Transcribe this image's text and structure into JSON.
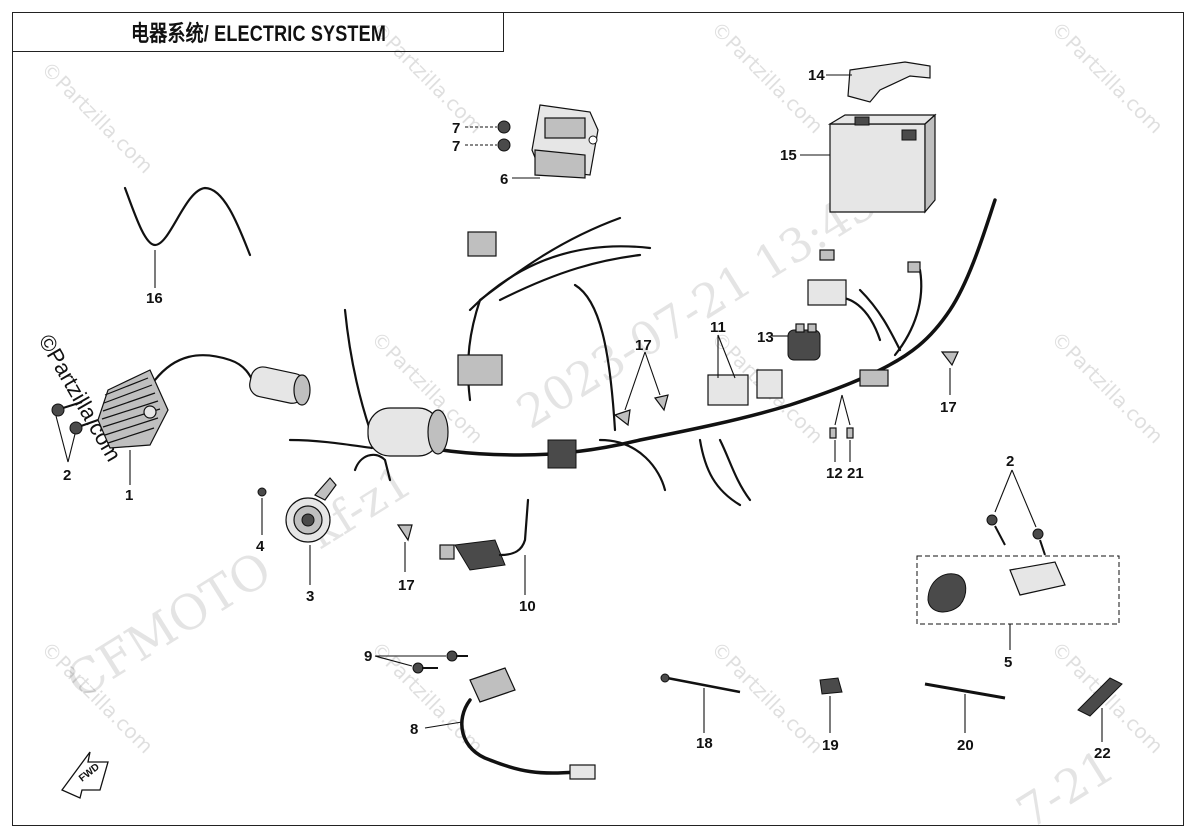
{
  "title": "电器系统/ ELECTRIC SYSTEM",
  "watermarks": {
    "site": "©Partzilla.com",
    "brand": "CFMOTO",
    "date_time": "2023-07-21 13:43:57",
    "code": "kf-z1",
    "corner": "7-21"
  },
  "callouts": {
    "p1": "1",
    "p2a": "2",
    "p2b": "2",
    "p3": "3",
    "p4": "4",
    "p5": "5",
    "p6": "6",
    "p7a": "7",
    "p7b": "7",
    "p8": "8",
    "p9": "9",
    "p10": "10",
    "p11": "11",
    "p12": "12",
    "p13": "13",
    "p14": "14",
    "p15": "15",
    "p16": "16",
    "p17a": "17",
    "p17b": "17",
    "p17c": "17",
    "p18": "18",
    "p19": "19",
    "p20": "20",
    "p21": "21",
    "p22": "22"
  },
  "fwd_label": "FWD"
}
